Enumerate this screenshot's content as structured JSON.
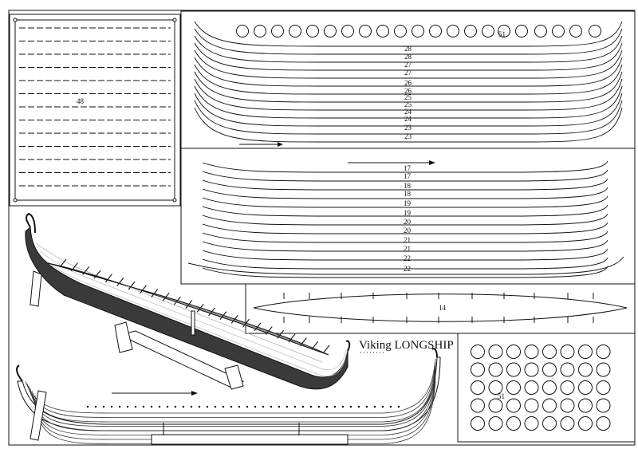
{
  "title": "Viking LONGSHIP",
  "panel_sail": {
    "part_number": "48"
  },
  "panel_upper_planks": {
    "labels": [
      "28",
      "28",
      "27",
      "27",
      "26",
      "26",
      "25",
      "25",
      "24",
      "24",
      "23",
      "23"
    ],
    "shield_label": "51"
  },
  "panel_lower_planks": {
    "labels": [
      "17",
      "17",
      "18",
      "18",
      "19",
      "19",
      "20",
      "20",
      "21",
      "21",
      "22",
      "22"
    ]
  },
  "panel_deck": {
    "part_number": "14"
  },
  "panel_shields": {
    "part_number": "51",
    "rows": 5,
    "cols": 8
  },
  "colors": {
    "ink": "#111111",
    "paper": "#ffffff",
    "hull_dark": "#2a2a2a",
    "hull_mid": "#777777"
  }
}
